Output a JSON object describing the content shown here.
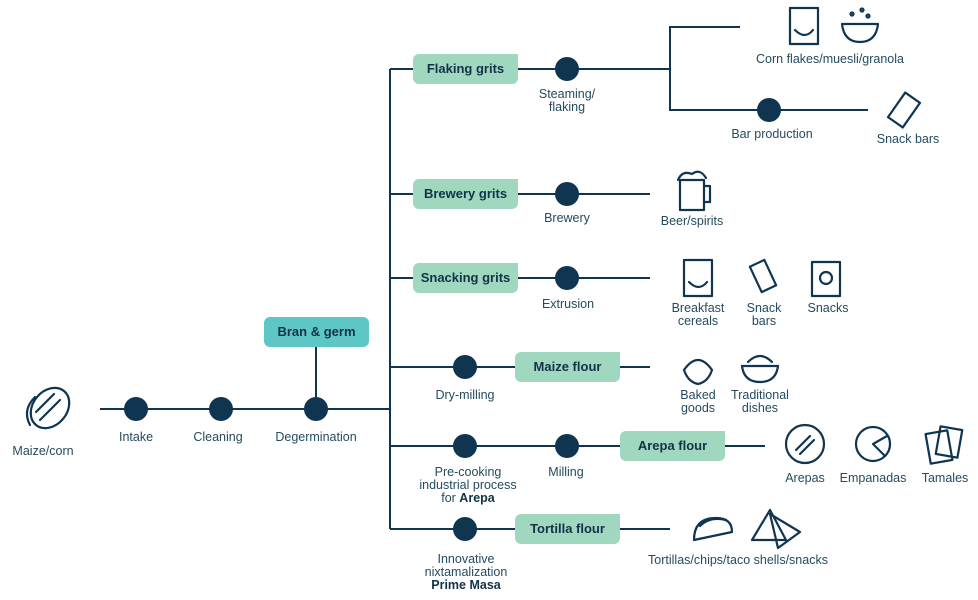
{
  "colors": {
    "line": "#0f3550",
    "node": "#0f3550",
    "product_box": "#9fd8bf",
    "byproduct_box": "#5fc6c6",
    "text": "#244b5e"
  },
  "source": {
    "label": "Maize/corn",
    "icon": "corn-icon"
  },
  "main_steps": [
    "Intake",
    "Cleaning",
    "Degermination"
  ],
  "byproduct": "Bran & germ",
  "branches": {
    "flaking": {
      "box": "Flaking grits",
      "step": "Steaming/ flaking",
      "step_lines": [
        "Steaming/",
        "flaking"
      ],
      "sub_step": "Bar production",
      "products": [
        {
          "label": "Corn flakes/muesli/granola",
          "icons": [
            "cereal-box-icon",
            "bowl-icon"
          ]
        },
        {
          "label": "Snack bars",
          "icons": [
            "snack-bar-icon"
          ]
        }
      ]
    },
    "brewery": {
      "box": "Brewery grits",
      "step": "Brewery",
      "products": [
        {
          "label": "Beer/spirits",
          "icons": [
            "beer-mug-icon"
          ]
        }
      ]
    },
    "snacking": {
      "box": "Snacking grits",
      "step": "Extrusion",
      "products": [
        {
          "label": "Breakfast cereals",
          "lines": [
            "Breakfast",
            "cereals"
          ],
          "icons": [
            "cereal-box-icon"
          ]
        },
        {
          "label": "Snack bars",
          "lines": [
            "Snack",
            "bars"
          ],
          "icons": [
            "snack-bar-icon"
          ]
        },
        {
          "label": "Snacks",
          "icons": [
            "snack-bag-icon"
          ]
        }
      ]
    },
    "maize_flour": {
      "box": "Maize flour",
      "step": "Dry-milling",
      "products": [
        {
          "label": "Baked goods",
          "lines": [
            "Baked",
            "goods"
          ],
          "icons": [
            "croissant-icon"
          ]
        },
        {
          "label": "Traditional dishes",
          "lines": [
            "Traditional",
            "dishes"
          ],
          "icons": [
            "dish-icon"
          ]
        }
      ]
    },
    "arepa": {
      "box": "Arepa flour",
      "step_lines": [
        "Pre-cooking",
        "industrial process",
        "for "
      ],
      "step_bold": "Arepa",
      "step2": "Milling",
      "products": [
        {
          "label": "Arepas",
          "icons": [
            "arepa-icon"
          ]
        },
        {
          "label": "Empanadas",
          "icons": [
            "empanada-icon"
          ]
        },
        {
          "label": "Tamales",
          "icons": [
            "tamale-icon"
          ]
        }
      ]
    },
    "tortilla": {
      "box": "Tortilla flour",
      "step_lines": [
        "Innovative",
        "nixtamalization"
      ],
      "step_bold": "Prime Masa",
      "products": [
        {
          "label": "Tortillas/chips/taco shells/snacks",
          "icons": [
            "taco-icon",
            "chips-icon"
          ]
        }
      ]
    }
  }
}
